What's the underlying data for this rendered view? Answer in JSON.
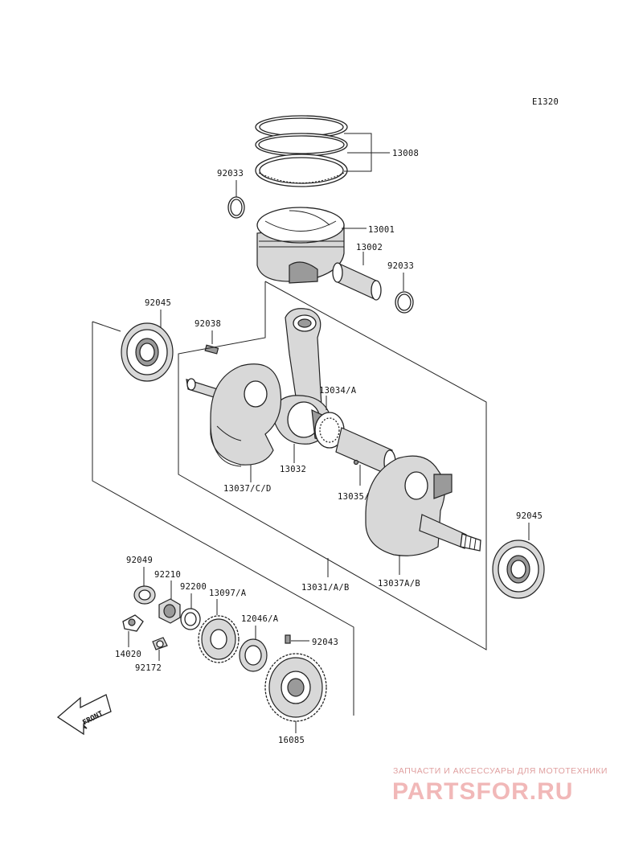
{
  "diagram": {
    "code": "E1320",
    "front_label": "FRONT",
    "parts": [
      {
        "id": "p13008",
        "number": "13008"
      },
      {
        "id": "p92033a",
        "number": "92033"
      },
      {
        "id": "p13001",
        "number": "13001"
      },
      {
        "id": "p13002",
        "number": "13002"
      },
      {
        "id": "p92033b",
        "number": "92033"
      },
      {
        "id": "p92045a",
        "number": "92045"
      },
      {
        "id": "p92038",
        "number": "92038"
      },
      {
        "id": "p13034",
        "number": "13034/A"
      },
      {
        "id": "p13032",
        "number": "13032"
      },
      {
        "id": "p13037cd",
        "number": "13037/C/D"
      },
      {
        "id": "p13035",
        "number": "13035/A"
      },
      {
        "id": "p92045b",
        "number": "92045"
      },
      {
        "id": "p13031",
        "number": "13031/A/B"
      },
      {
        "id": "p13037ab",
        "number": "13037A/B"
      },
      {
        "id": "p92049",
        "number": "92049"
      },
      {
        "id": "p92210",
        "number": "92210"
      },
      {
        "id": "p92200",
        "number": "92200"
      },
      {
        "id": "p13097",
        "number": "13097/A"
      },
      {
        "id": "p12046",
        "number": "12046/A"
      },
      {
        "id": "p92043",
        "number": "92043"
      },
      {
        "id": "p14020",
        "number": "14020"
      },
      {
        "id": "p92172",
        "number": "92172"
      },
      {
        "id": "p16085",
        "number": "16085"
      }
    ]
  },
  "watermark": {
    "tagline": "ЗАПЧАСТИ И АКСЕССУАРЫ ДЛЯ МОТОТЕХНИКИ",
    "brand": "PARTSFOR.RU",
    "color": "#f1b8b8"
  }
}
